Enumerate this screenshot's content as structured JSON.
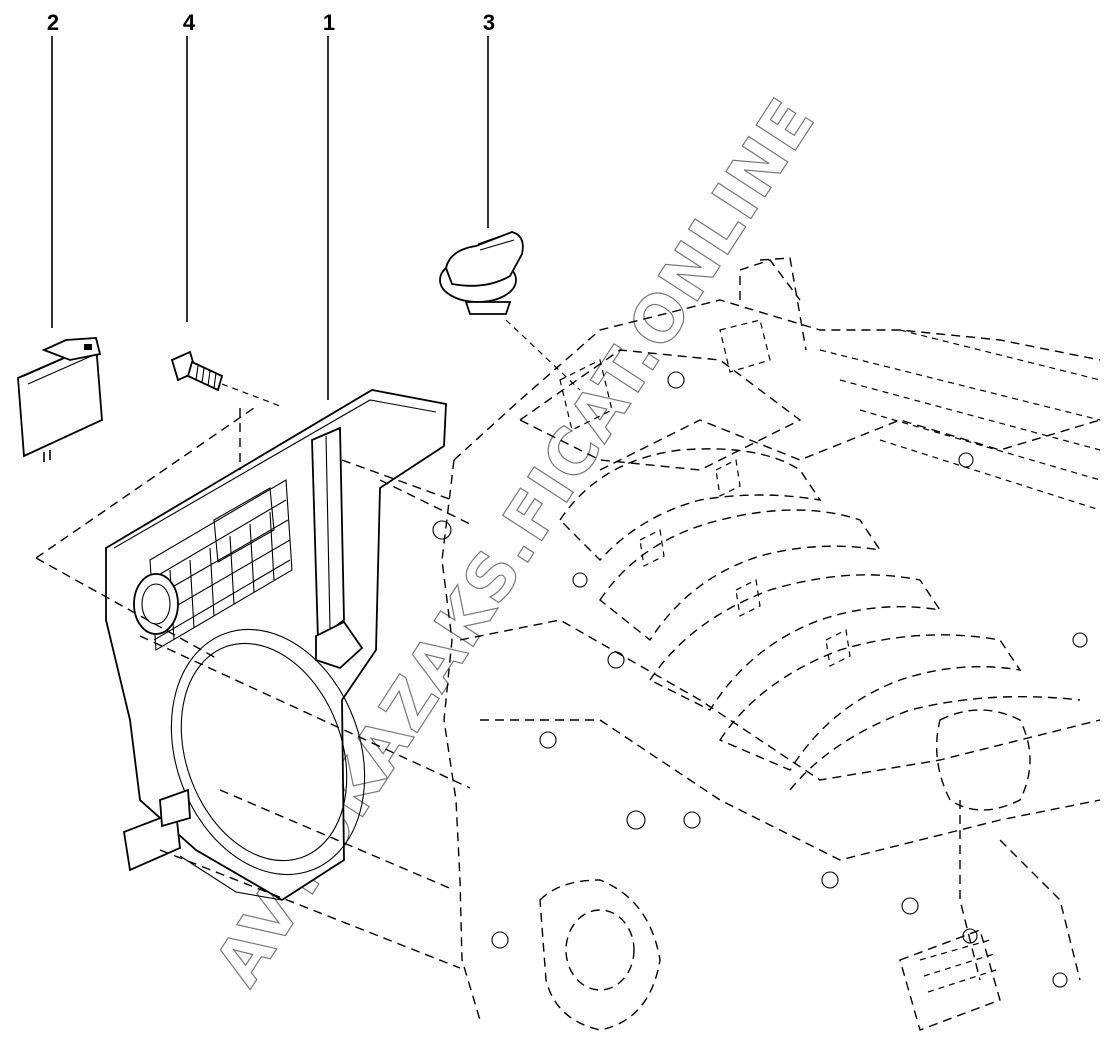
{
  "callouts": [
    {
      "id": "2",
      "text": "2"
    },
    {
      "id": "4",
      "text": "4"
    },
    {
      "id": "1",
      "text": "1"
    },
    {
      "id": "3",
      "text": "3"
    }
  ],
  "watermark": "AVTOKAZAKS.FICAT.ONLINE"
}
